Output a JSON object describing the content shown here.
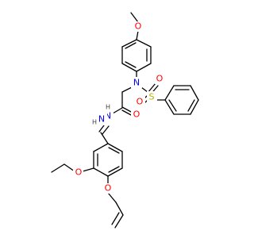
{
  "atom_colors": {
    "O": "#ff0000",
    "N": "#0000ff",
    "S": "#b3b300",
    "H": "#3f3f3f"
  },
  "atoms": {
    "o_methoxy": "O",
    "n_sulfonamide": "N",
    "s_sulfonyl": "S",
    "o_sulfonyl_left": "O",
    "o_sulfonyl_right": "O",
    "o_carbonyl": "O",
    "n_amide": "N",
    "h_amide": "H",
    "n_imine": "N",
    "h_imine": "H",
    "o_ethoxy": "O",
    "o_allyloxy": "O"
  }
}
